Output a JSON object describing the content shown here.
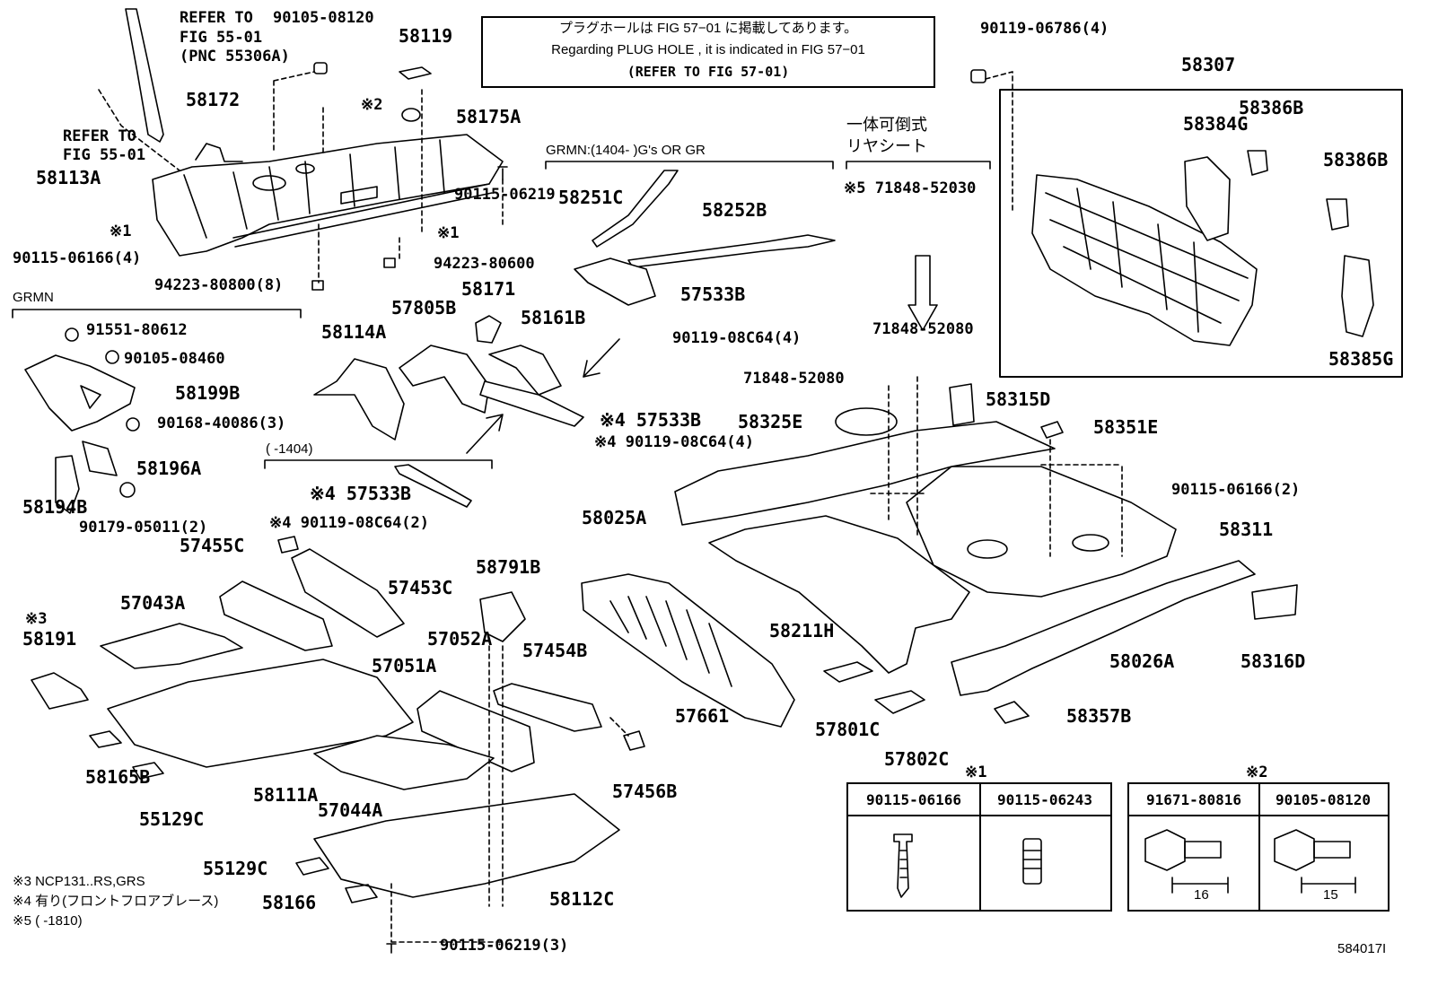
{
  "notice": {
    "line1": "プラグホールは FIG 57−01 に掲載してあります。",
    "line2": "Regarding  PLUG  HOLE , it is indicated in FIG  57−01",
    "line3": "(REFER  TO  FIG  57-01)"
  },
  "labels": {
    "refer_55_01_a": "REFER  TO",
    "refer_55_01_b": "FIG  55-01",
    "refer_55_01_c": "(PNC  55306A)",
    "p90105_08120": "90105-08120",
    "p58119": "58119",
    "p90119_06786": "90119-06786(4)",
    "p58307": "58307",
    "refer2_a": "REFER  TO",
    "refer2_b": "FIG  55-01",
    "p58172": "58172",
    "mark2_top": "※2",
    "p58175A": "58175A",
    "p58386B_1": "58386B",
    "p58384G": "58384G",
    "p58386B_2": "58386B",
    "p58113A": "58113A",
    "p90115_06219": "90115-06219",
    "mark1_a": "※1",
    "mark1_b": "※1",
    "p90115_06166_4": "90115-06166(4)",
    "p94223_80600": "94223-80600",
    "p94223_80800": "94223-80800(8)",
    "grmn_range": "GRMN:(1404-      )G's OR GR",
    "p58251C": "58251C",
    "p58252B": "58252B",
    "jp_seat_1": "一体可倒式",
    "jp_seat_2": "リヤシート",
    "p571848": "※5 71848-52030",
    "grmn": "GRMN",
    "p91551_80612": "91551-80612",
    "p90105_08460": "90105-08460",
    "p58199B": "58199B",
    "p90168_40086": "90168-40086(3)",
    "p58196A": "58196A",
    "p58194B": "58194B",
    "p90179_05011": "90179-05011(2)",
    "p58114A": "58114A",
    "p57805B": "57805B",
    "p58171": "58171",
    "p58161B": "58161B",
    "p57533B_top": "57533B",
    "p90119_08C64_4a": "90119-08C64(4)",
    "p71848_52080_a": "71848-52080",
    "p71848_52080_b": "71848-52080",
    "p58385G": "58385G",
    "p58315D": "58315D",
    "p58325E": "58325E",
    "p58351E": "58351E",
    "p57533B_mid": "※4 57533B",
    "p90119_08C64_4b": "※4 90119-08C64(4)",
    "range_1404": "(      -1404)",
    "p57533B_low": "※4 57533B",
    "p90119_08C64_2": "※4 90119-08C64(2)",
    "p57455C": "57455C",
    "p58025A": "58025A",
    "p90115_06166_2": "90115-06166(2)",
    "p58311": "58311",
    "p58791B": "58791B",
    "p57453C": "57453C",
    "p57043A": "57043A",
    "mark3": "※3",
    "p58191": "58191",
    "p57052A": "57052A",
    "p57454B": "57454B",
    "p58211H": "58211H",
    "p58026A": "58026A",
    "p58316D": "58316D",
    "p57051A": "57051A",
    "p57661": "57661",
    "p58357B": "58357B",
    "p57801C": "57801C",
    "p57802C": "57802C",
    "p58165B": "58165B",
    "p55129C_a": "55129C",
    "p58111A": "58111A",
    "p57044A": "57044A",
    "p57456B": "57456B",
    "p55129C_b": "55129C",
    "p58166": "58166",
    "p58112C": "58112C",
    "p90115_06219_3": "90115-06219(3)",
    "foot_note3": "※3 NCP131..RS,GRS",
    "foot_note4": "※4 有り(フロントフロアブレース)",
    "foot_note5": "※5 (        -1810)",
    "fig_code": "584017I"
  },
  "table1": {
    "mark": "※1",
    "col1": "90115-06166",
    "col2": "90115-06243"
  },
  "table2": {
    "mark": "※2",
    "col1": "91671-80816",
    "col2": "90105-08120",
    "dim1": "16",
    "dim2": "15"
  }
}
